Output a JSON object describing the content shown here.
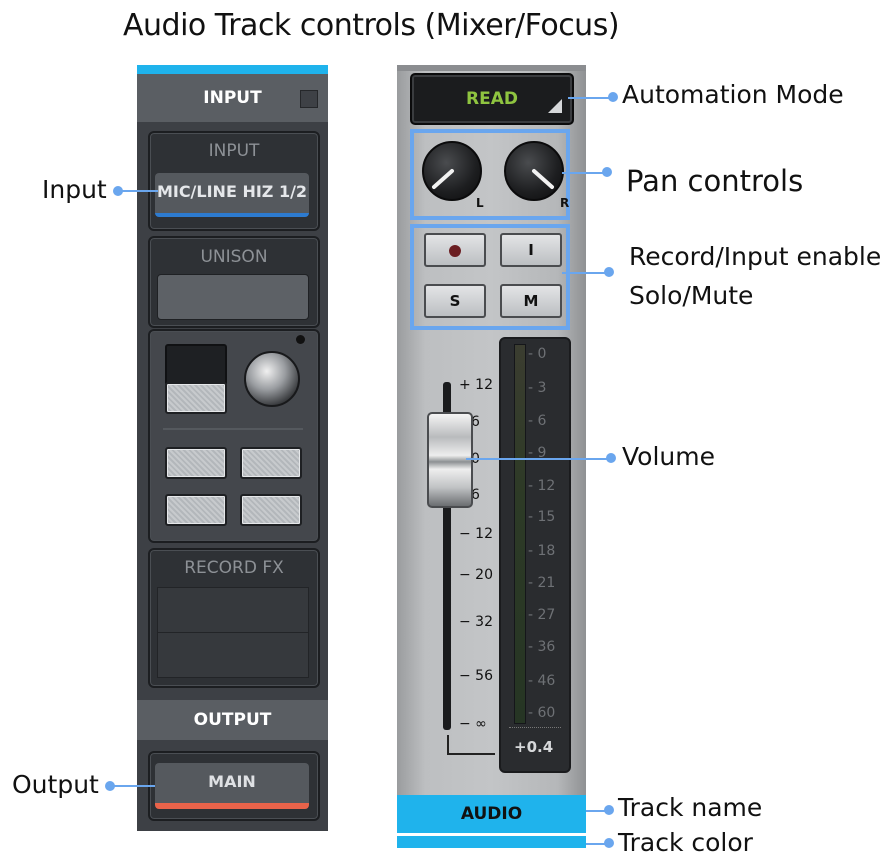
{
  "title": "Audio Track controls (Mixer/Focus)",
  "left_panel": {
    "input_header": "INPUT",
    "input_box_title": "INPUT",
    "input_value": "MIC/LINE HIZ 1/2",
    "unison_title": "UNISON",
    "record_fx_title": "RECORD FX",
    "output_header": "OUTPUT",
    "output_value": "MAIN"
  },
  "right_panel": {
    "automation_mode": "READ",
    "pan_left_label": "L",
    "pan_right_label": "R",
    "btn_input": "I",
    "btn_solo": "S",
    "btn_mute": "M",
    "fader_scale": [
      "+ 12",
      "6",
      "0",
      "6",
      "− 12",
      "− 20",
      "− 32",
      "− 56",
      "− ∞"
    ],
    "meter_scale": [
      "0",
      "3",
      "6",
      "9",
      "12",
      "15",
      "18",
      "21",
      "27",
      "36",
      "46",
      "60"
    ],
    "meter_value": "+0.4",
    "track_name": "AUDIO"
  },
  "callouts": {
    "input": "Input",
    "output": "Output",
    "automation": "Automation Mode",
    "pan": "Pan controls",
    "record_line1": "Record/Input enable",
    "record_line2": "Solo/Mute",
    "volume": "Volume",
    "track_name": "Track name",
    "track_color": "Track color"
  },
  "colors": {
    "accent_blue": "#1fb3ec",
    "highlight": "#6aa6ee",
    "automation_text": "#8fc440",
    "output_bar": "#e9634a",
    "input_bar": "#2d7bd0"
  }
}
